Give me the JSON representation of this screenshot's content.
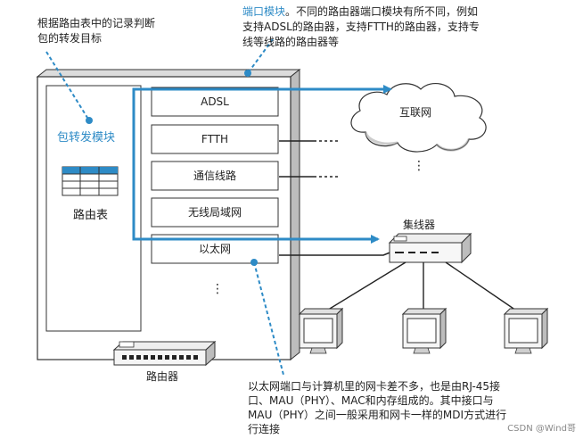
{
  "annotations": {
    "forwarding_note": [
      "根据路由表中的记录判断",
      "包的转发目标"
    ],
    "port_module_note": {
      "prefix": "端口模块",
      "lines": [
        "。不同的路由器端口模块有所不同，例如",
        "支持ADSL的路由器，支持FTTH的路由器，支持专",
        "线等线路的路由器等"
      ]
    },
    "ethernet_note": [
      "以太网端口与计算机里的网卡差不多，也是由RJ-45接",
      "口、MAU（PHY）、MAC和内存组成的。其中接口与",
      "MAU（PHY）之间一般采用和网卡一样的MDI方式进行",
      "行连接"
    ]
  },
  "router": {
    "module_label": "包转发模块",
    "table_label": "路由表",
    "device_label": "路由器",
    "ports": [
      "ADSL",
      "FTTH",
      "通信线路",
      "无线局域网",
      "以太网"
    ],
    "more_ports": "⋮"
  },
  "network": {
    "internet_label": "互联网",
    "hub_label": "集线器",
    "more_lines": "⋮"
  },
  "colors": {
    "accent_blue": "#2e8bc6",
    "outline": "#333333",
    "shadow": "#cfcfcf",
    "cloud_fill": "#ffffff"
  },
  "watermark": "CSDN @Wind哥"
}
